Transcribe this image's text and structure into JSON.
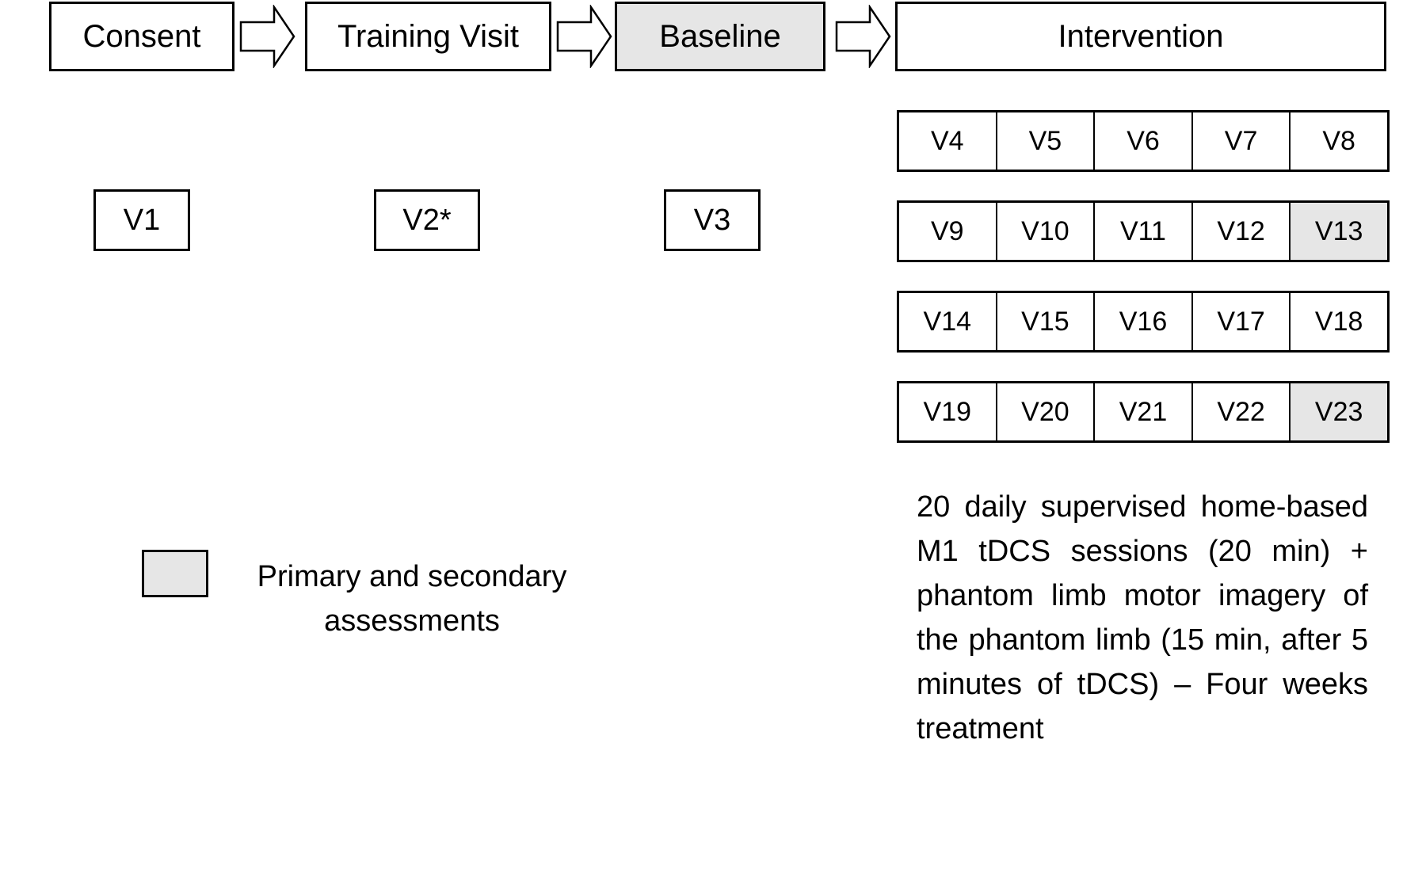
{
  "colors": {
    "stroke": "#000000",
    "fill": "#ffffff",
    "shaded": "#e6e6e6"
  },
  "phases": [
    {
      "label": "Consent",
      "shaded": false
    },
    {
      "label": "Training Visit",
      "shaded": false
    },
    {
      "label": "Baseline",
      "shaded": true
    },
    {
      "label": "Intervention",
      "shaded": false
    }
  ],
  "visits": [
    "V1",
    "V2*",
    "V3"
  ],
  "intervention_rows": [
    [
      "V4",
      "V5",
      "V6",
      "V7",
      "V8"
    ],
    [
      "V9",
      "V10",
      "V11",
      "V12",
      "V13"
    ],
    [
      "V14",
      "V15",
      "V16",
      "V17",
      "V18"
    ],
    [
      "V19",
      "V20",
      "V21",
      "V22",
      "V23"
    ]
  ],
  "shaded_visits": [
    "V13",
    "V23"
  ],
  "legend": {
    "label": "Primary and secondary assessments"
  },
  "description": "20 daily supervised home-based M1 tDCS sessions (20 min) + phantom limb motor imagery of the phantom limb (15 min, after 5 minutes of tDCS) – Four weeks treatment"
}
